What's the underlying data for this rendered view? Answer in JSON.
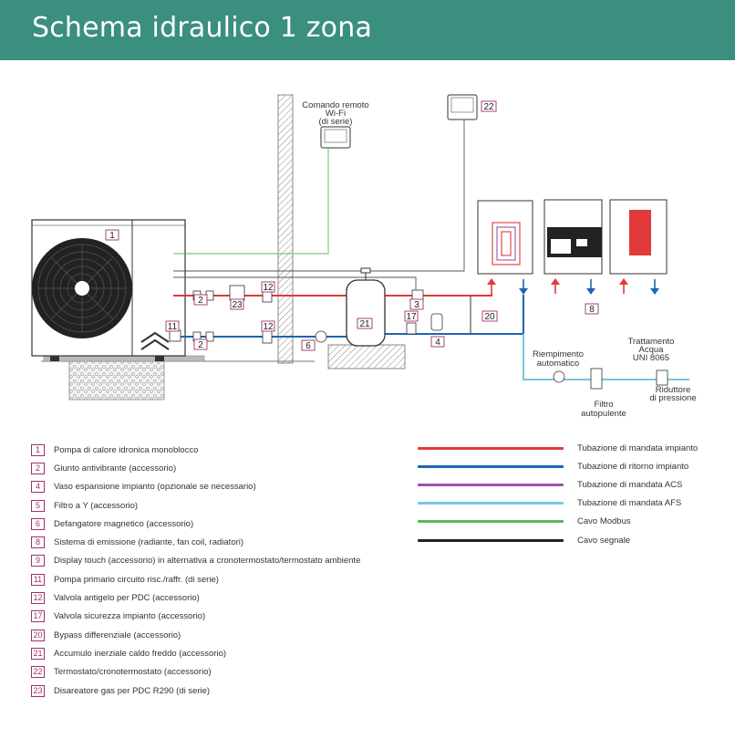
{
  "header": {
    "title": "Schema idraulico 1 zona"
  },
  "colors": {
    "header_bg": "#3a8f7e",
    "mandata_impianto": "#e03a3a",
    "ritorno_impianto": "#1e64b4",
    "mandata_acs": "#9a55a8",
    "mandata_afs": "#7cc6e2",
    "modbus": "#5cb85c",
    "segnale": "#222222",
    "tag_border": "#a0306a"
  },
  "diagram": {
    "remote_label": [
      "Comando remoto",
      "Wi-Fi",
      "(di serie)"
    ],
    "riempimento_label": [
      "Riempimento",
      "automatico"
    ],
    "trattamento_label": [
      "Trattamento",
      "Acqua",
      "UNI 8065"
    ],
    "filtro_label": [
      "Filtro",
      "autopulente"
    ],
    "riduttore_label": [
      "Riduttore",
      "di pressione"
    ],
    "tags": {
      "t1": "1",
      "t2a": "2",
      "t2b": "2",
      "t3": "3",
      "t4": "4",
      "t6": "6",
      "t8": "8",
      "t11": "11",
      "t12a": "12",
      "t12b": "12",
      "t17": "17",
      "t20": "20",
      "t21": "21",
      "t22": "22",
      "t23": "23"
    }
  },
  "legend": {
    "components": [
      {
        "num": "1",
        "text": "Pompa di calore idronica monoblocco"
      },
      {
        "num": "2",
        "text": "Giunto antivibrante (accessorio)"
      },
      {
        "num": "4",
        "text": "Vaso espansione impianto (opzionale se necessario)"
      },
      {
        "num": "5",
        "text": "Filtro a Y (accessorio)"
      },
      {
        "num": "6",
        "text": "Defangatore magnetico (accessorio)"
      },
      {
        "num": "8",
        "text": "Sistema di emissione (radiante, fan coil, radiatori)"
      },
      {
        "num": "9",
        "text": "Display touch (accessorio) in alternativa a cronotermostato/termostato ambiente"
      },
      {
        "num": "11",
        "text": "Pompa primario circuito risc./raffr. (di serie)"
      },
      {
        "num": "12",
        "text": "Valvola antigelo per PDC (accessorio)"
      },
      {
        "num": "17",
        "text": "Valvola sicurezza impianto (accessorio)"
      },
      {
        "num": "20",
        "text": "Bypass differenziale (accessorio)"
      },
      {
        "num": "21",
        "text": "Accumulo inerziale caldo freddo (accessorio)"
      },
      {
        "num": "22",
        "text": "Termostato/cronotermostato (accessorio)"
      },
      {
        "num": "23",
        "text": "Disareatore gas per PDC R290 (di serie)"
      }
    ],
    "pipes": [
      {
        "text": "Tubazione di mandata impianto",
        "color": "#e03a3a"
      },
      {
        "text": "Tubazione di ritorno impianto",
        "color": "#1e64b4"
      },
      {
        "text": "Tubazione di mandata ACS",
        "color": "#9a55a8"
      },
      {
        "text": "Tubazione di mandata AFS",
        "color": "#7cc6e2"
      },
      {
        "text": "Cavo Modbus",
        "color": "#5cb85c"
      },
      {
        "text": "Cavo segnale",
        "color": "#222222"
      }
    ]
  }
}
